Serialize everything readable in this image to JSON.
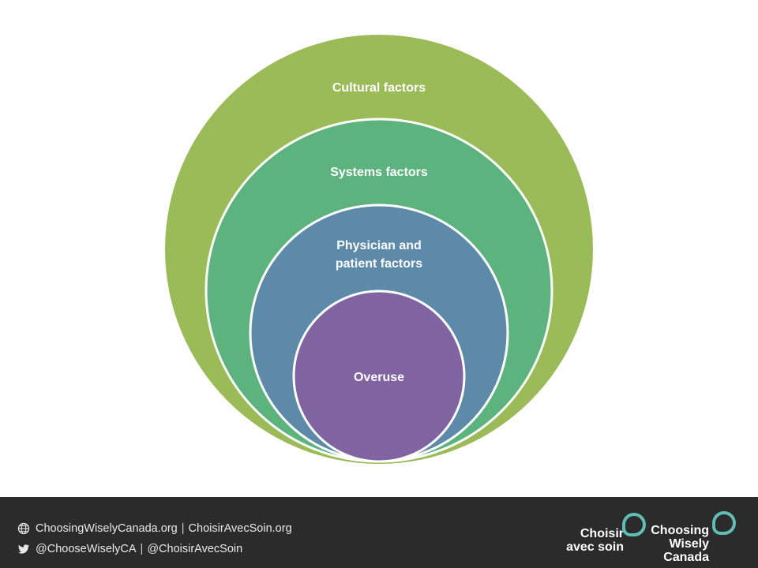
{
  "diagram": {
    "rings": [
      {
        "label": "Cultural factors",
        "color": "#9bbb59"
      },
      {
        "label": "Systems factors",
        "color": "#5db37e"
      },
      {
        "label_lines": [
          "Physician and",
          "patient factors"
        ],
        "color": "#5d8aa8"
      },
      {
        "label": "Overuse",
        "color": "#8064a2"
      }
    ]
  },
  "footer": {
    "website": "ChoosingWiselyCanada.org",
    "website_fr": "ChoisirAvecSoin.org",
    "twitter": "@ChooseWiselyCA",
    "twitter_fr": "@ChoisirAvecSoin",
    "separator": "|",
    "logo_fr": {
      "line1": "Choisir",
      "line2": "avec soin"
    },
    "logo_en": {
      "line1": "Choosing",
      "line2": "Wisely",
      "line3": "Canada"
    },
    "brand_color": "#5fbdb5",
    "background": "#2b2b2b",
    "icons": [
      "globe-icon",
      "twitter-bird-icon",
      "speech-ring-icon"
    ]
  }
}
